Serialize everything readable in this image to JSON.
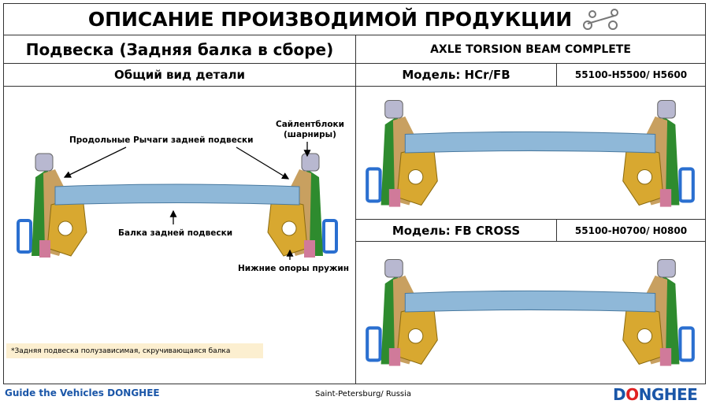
{
  "header": {
    "title": "ОПИСАНИЕ ПРОИЗВОДИМОЙ ПРОДУКЦИИ",
    "icon": "car-chassis-icon"
  },
  "part": {
    "name_ru": "Подвеска (Задняя балка в сборе)",
    "name_en": "AXLE TORSION BEAM COMPLETE"
  },
  "general_view": {
    "heading": "Общий вид детали",
    "labels": {
      "trailing_arms": "Продольные Рычаги задней подвески",
      "bushings_line1": "Сайлентблоки",
      "bushings_line2": "(шарниры)",
      "beam": "Балка задней подвески",
      "spring_seats": "Нижние опоры пружин"
    },
    "note": "*Задняя подвеска полузависимая, скручивающаяся балка"
  },
  "models": [
    {
      "label": "Модель: HCr/FB",
      "codes": "55100-H5500/ H5600"
    },
    {
      "label": "Модель: FB CROSS",
      "codes": "55100-H0700/ H0800"
    }
  ],
  "footer": {
    "left": "Guide the Vehicles DONGHEE",
    "center": "Saint-Petersburg/ Russia",
    "logo_pre": "D",
    "logo_o": "O",
    "logo_post": "NGHEE"
  },
  "colors": {
    "beam": "#8fb8d8",
    "arm": "#c8a060",
    "plate": "#d8a830",
    "green": "#2e8b2e",
    "blue": "#2a6fd0",
    "accent": "#1a56a8"
  }
}
